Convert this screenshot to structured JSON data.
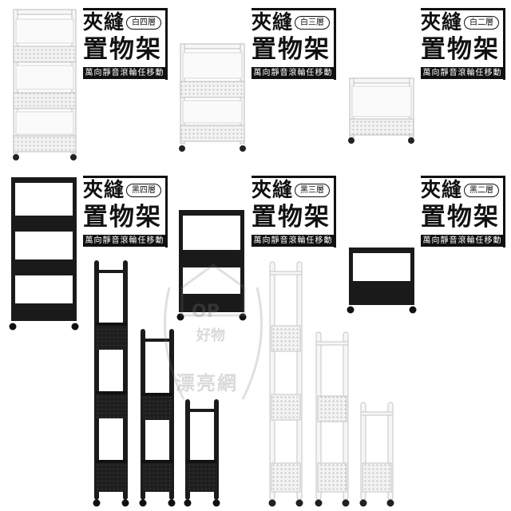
{
  "labels": [
    {
      "id": "white-4",
      "line1": "夾縫",
      "tag": "白四層",
      "line2": "置物架",
      "bar": "萬向靜音滾輪任移動"
    },
    {
      "id": "white-3",
      "line1": "夾縫",
      "tag": "白三層",
      "line2": "置物架",
      "bar": "萬向靜音滾輪任移動"
    },
    {
      "id": "white-2",
      "line1": "夾縫",
      "tag": "白二層",
      "line2": "置物架",
      "bar": "萬向靜音滾輪任移動"
    },
    {
      "id": "black-4",
      "line1": "夾縫",
      "tag": "黑四層",
      "line2": "置物架",
      "bar": "萬向靜音滾輪任移動"
    },
    {
      "id": "black-3",
      "line1": "夾縫",
      "tag": "黑三層",
      "line2": "置物架",
      "bar": "萬向靜音滾輪任移動"
    },
    {
      "id": "black-2",
      "line1": "夾縫",
      "tag": "黑二層",
      "line2": "置物架",
      "bar": "萬向靜音滾輪任移動"
    }
  ],
  "watermark": {
    "top": "OP",
    "middle": "好物",
    "bottom": "漂亮網"
  },
  "colors": {
    "black": "#1a1a1a",
    "white_frame": "#f4f4f4",
    "outline": "#c9c9c9"
  }
}
